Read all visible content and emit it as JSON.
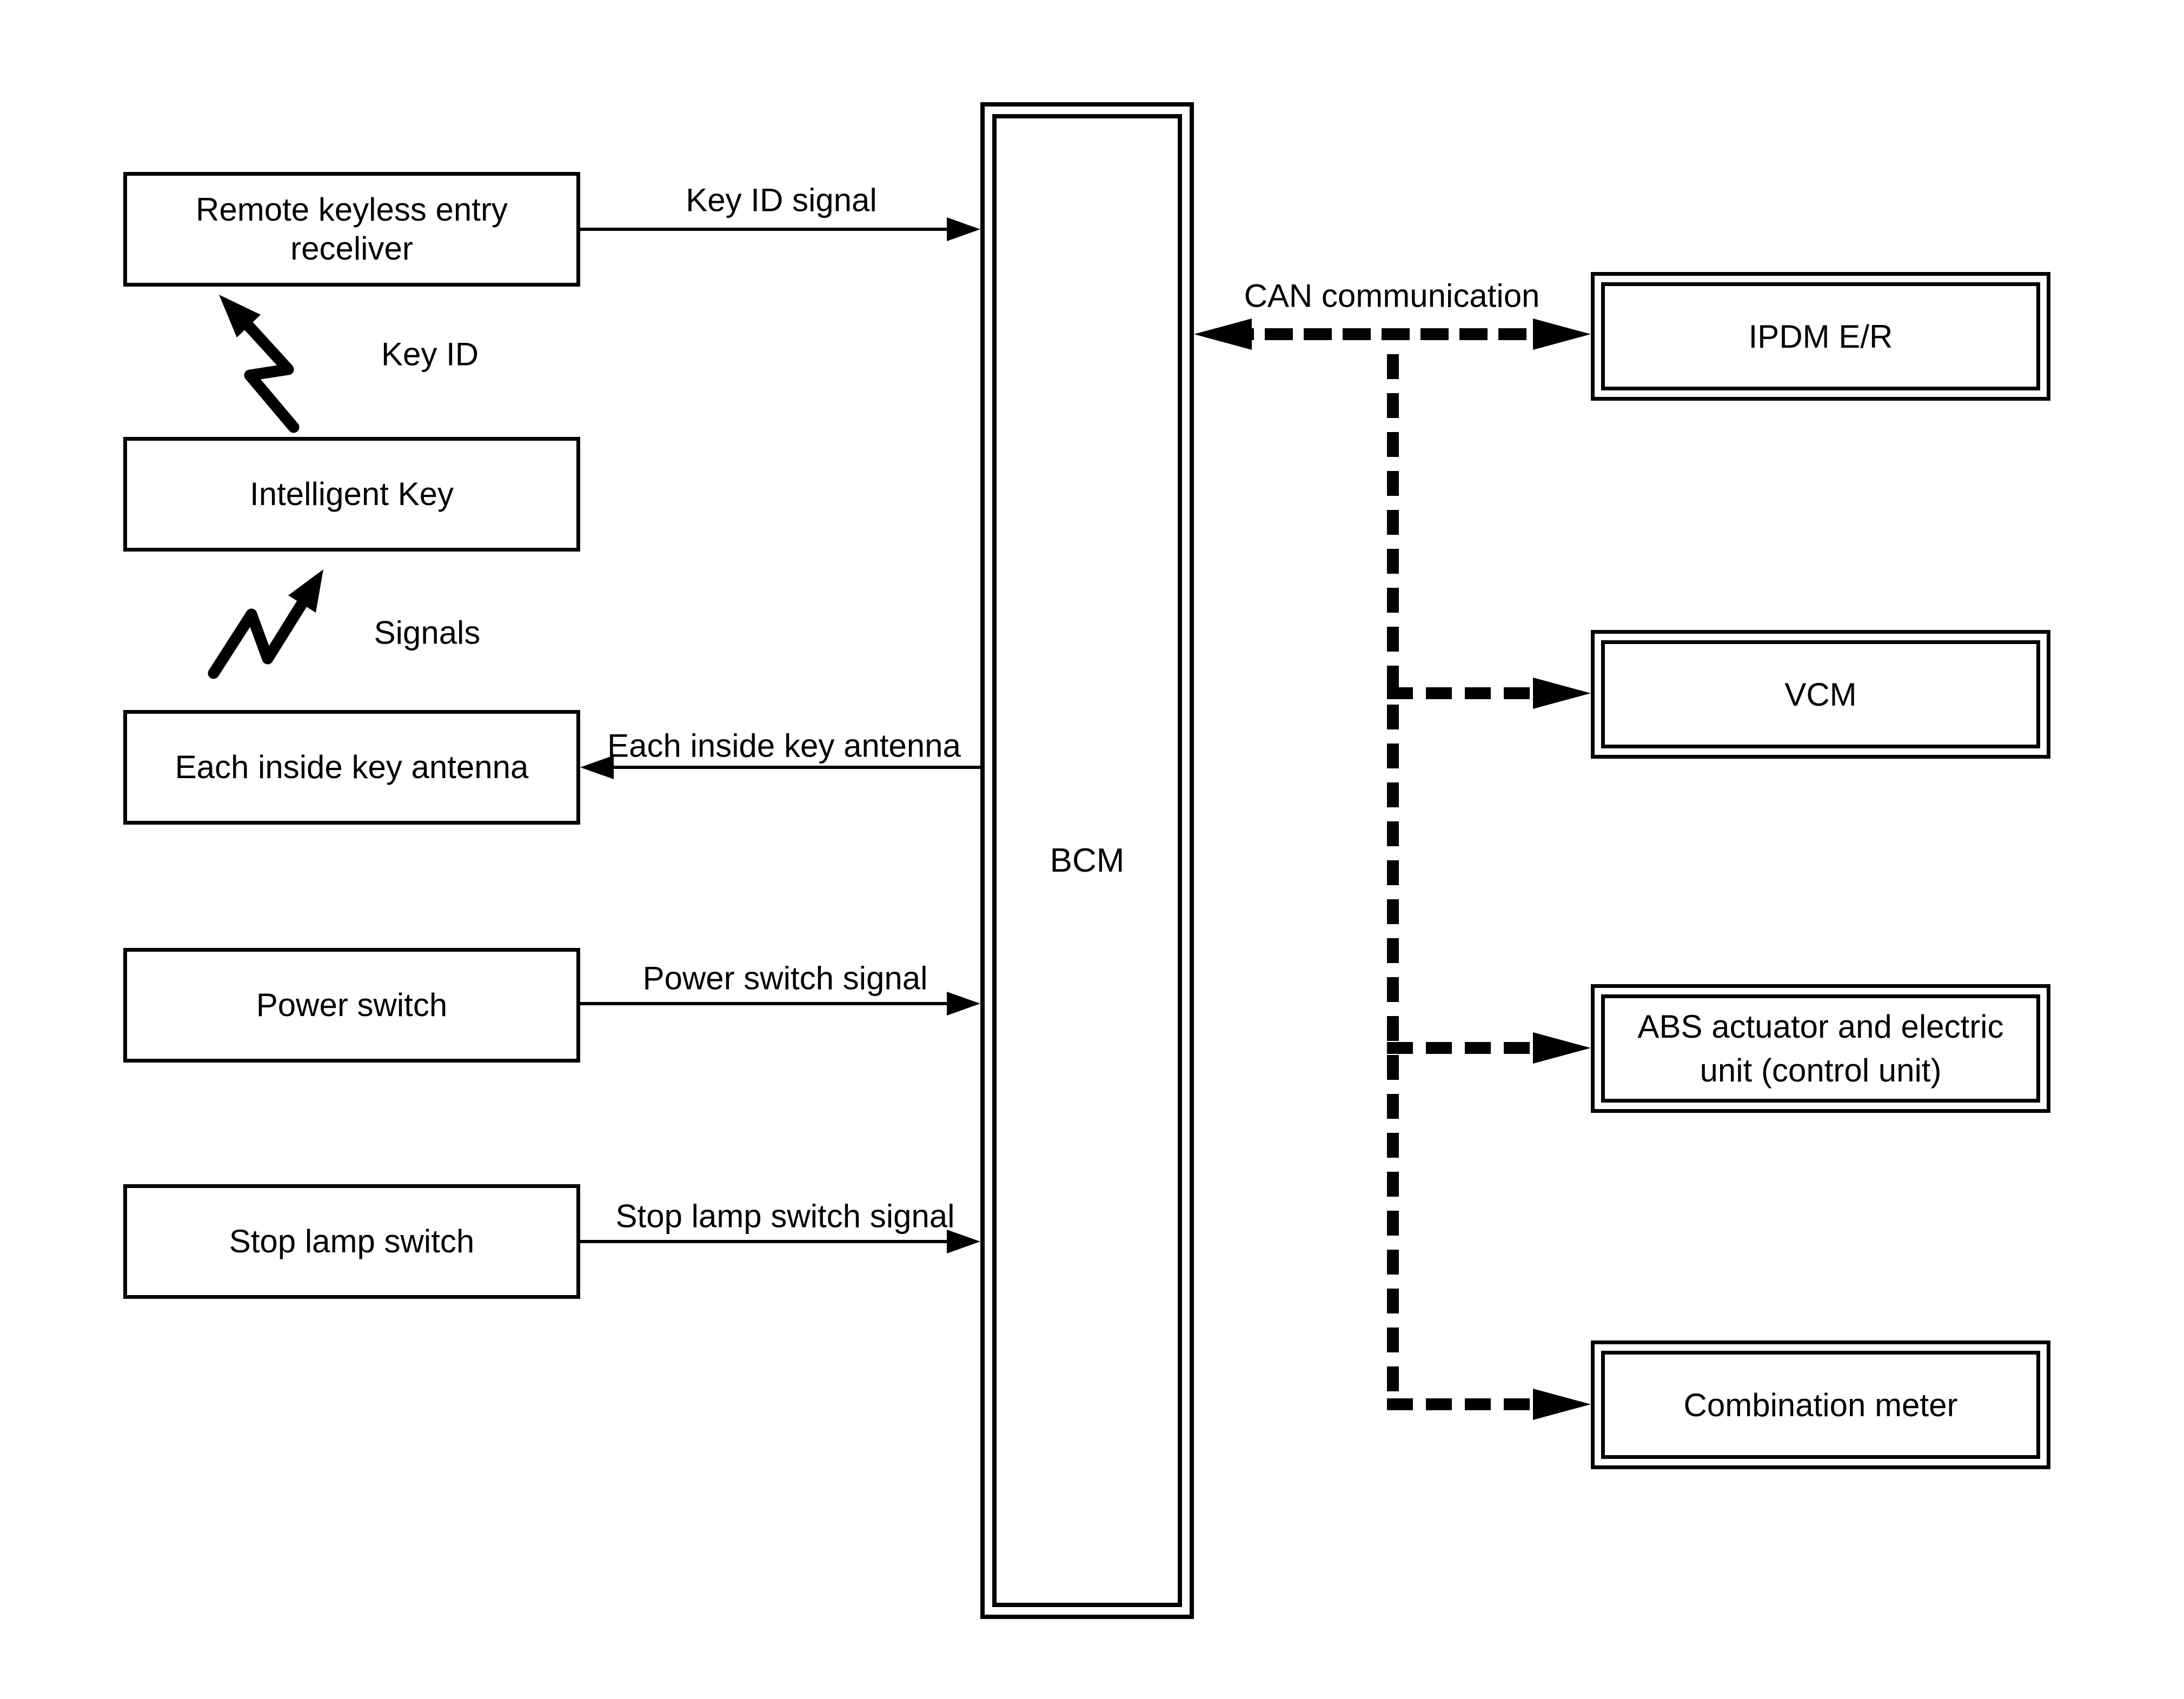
{
  "diagram": {
    "colors": {
      "line": "#000000",
      "background": "#ffffff"
    },
    "bcm": {
      "label": "BCM"
    },
    "left_boxes": [
      {
        "id": "remote-keyless-entry-receiver",
        "lines": [
          "Remote keyless entry",
          "receliver"
        ]
      },
      {
        "id": "intelligent-key",
        "lines": [
          "Intelligent Key"
        ]
      },
      {
        "id": "each-inside-key-antenna",
        "lines": [
          "Each inside key antenna"
        ]
      },
      {
        "id": "power-switch",
        "lines": [
          "Power switch"
        ]
      },
      {
        "id": "stop-lamp-switch",
        "lines": [
          "Stop lamp switch"
        ]
      }
    ],
    "right_boxes": [
      {
        "id": "ipdm-er",
        "lines": [
          "IPDM E/R"
        ]
      },
      {
        "id": "vcm",
        "lines": [
          "VCM"
        ]
      },
      {
        "id": "abs-actuator",
        "lines": [
          "ABS actuator and electric",
          "unit (control unit)"
        ]
      },
      {
        "id": "combination-meter",
        "lines": [
          "Combination meter"
        ]
      }
    ],
    "arrow_labels": {
      "key_id_signal": "Key ID signal",
      "key_id": "Key ID",
      "signals": "Signals",
      "each_inside_key_antenna": "Each inside key antenna",
      "power_switch_signal": "Power switch signal",
      "stop_lamp_switch_signal": "Stop lamp switch signal",
      "can_communication": "CAN communication"
    }
  }
}
